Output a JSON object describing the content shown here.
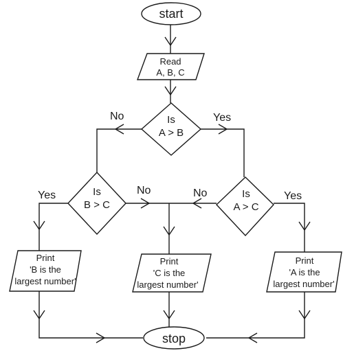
{
  "flowchart": {
    "start": "start",
    "read": {
      "line1": "Read",
      "line2": "A, B, C"
    },
    "decision_ab": {
      "line1": "Is",
      "line2": "A > B"
    },
    "decision_bc": {
      "line1": "Is",
      "line2": "B > C"
    },
    "decision_ac": {
      "line1": "Is",
      "line2": "A > C"
    },
    "print_b": {
      "line1": "Print",
      "line2": "'B is the",
      "line3": "largest number'"
    },
    "print_c": {
      "line1": "Print",
      "line2": "'C is the",
      "line3": "largest number'"
    },
    "print_a": {
      "line1": "Print",
      "line2": "'A is the",
      "line3": "largest number'"
    },
    "stop": "stop",
    "labels": {
      "ab_no": "No",
      "ab_yes": "Yes",
      "bc_yes": "Yes",
      "bc_no": "No",
      "ac_no": "No",
      "ac_yes": "Yes"
    }
  }
}
